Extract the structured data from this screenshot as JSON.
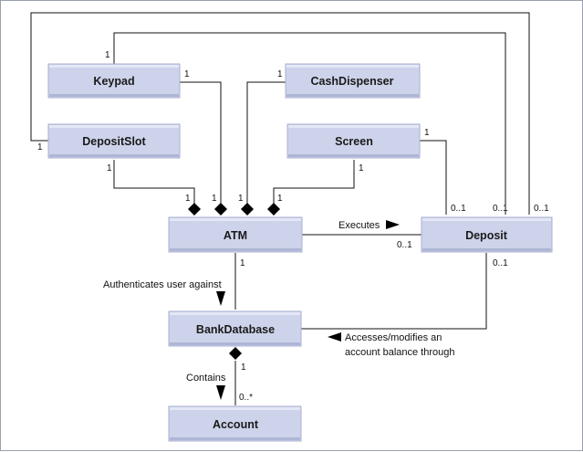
{
  "classes": {
    "keypad": "Keypad",
    "cashdispenser": "CashDispenser",
    "depositslot": "DepositSlot",
    "screen": "Screen",
    "atm": "ATM",
    "deposit": "Deposit",
    "bankdatabase": "BankDatabase",
    "account": "Account"
  },
  "associations": {
    "executes": "Executes",
    "authenticates": "Authenticates user against",
    "accesses_line1": "Accesses/modifies an",
    "accesses_line2": "account balance through",
    "contains": "Contains"
  },
  "multiplicities": {
    "outer_top_left": "1",
    "keypad_top_left": "1",
    "keypad_right": "1",
    "cashdispenser_left": "1",
    "depositslot_left": "1",
    "depositslot_bottom": "1",
    "screen_right": "1",
    "screen_bottom": "1",
    "atm_comp_1": "1",
    "atm_comp_2": "1",
    "atm_comp_3": "1",
    "atm_comp_4": "1",
    "atm_bottom": "1",
    "deposit_top_1": "0..1",
    "deposit_top_2": "0..1",
    "deposit_top_3": "0..1",
    "deposit_left": "0..1",
    "deposit_bottom": "0..1",
    "bankdb_bottom": "1",
    "account_top": "0..*"
  }
}
